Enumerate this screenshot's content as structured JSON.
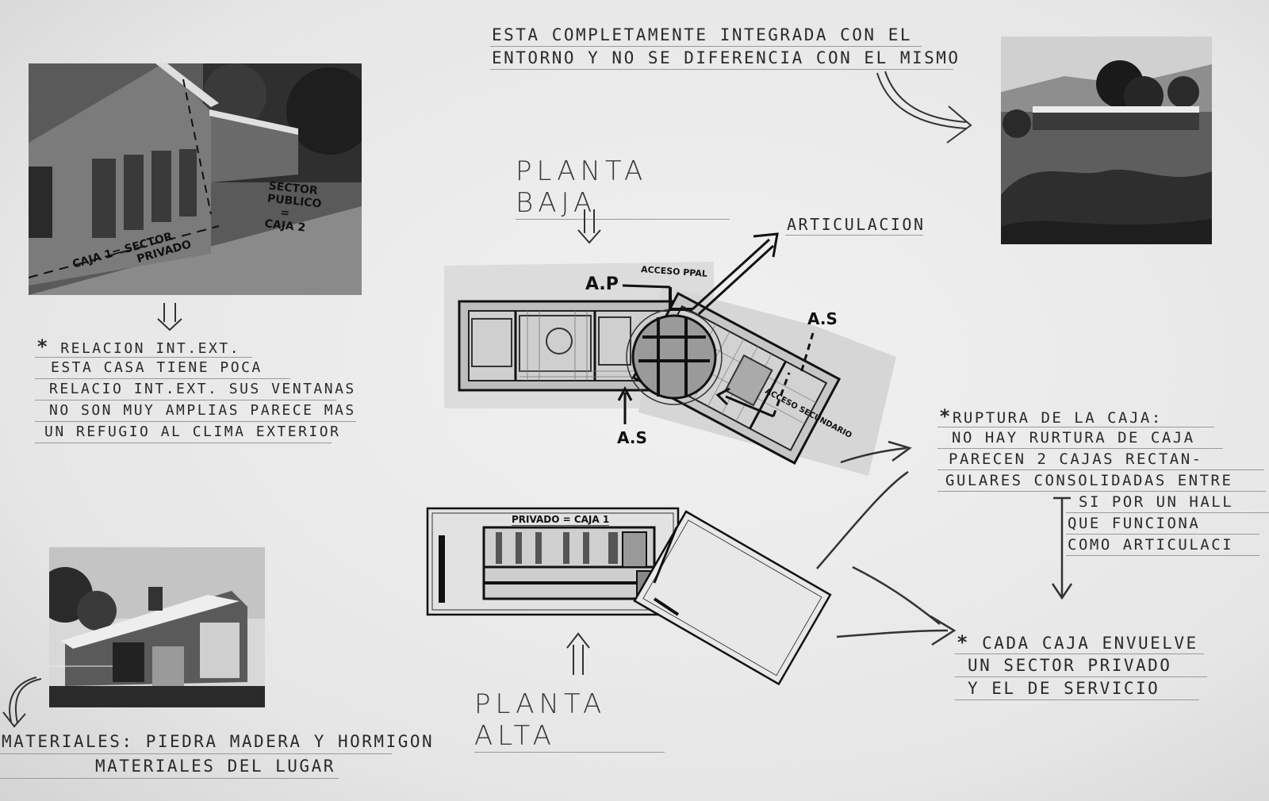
{
  "top_note": {
    "lines": [
      "ESTA COMPLETAMENTE INTEGRADA CON EL",
      "ENTORNO Y NO SE DIFERENCIA CON EL MISMO"
    ]
  },
  "plans": {
    "lower_title": "PLANTA BAJA",
    "upper_title": "PLANTA ALTA",
    "articulation": "ARTICULACION",
    "acceso_ppal": "ACCESO PPAL",
    "acceso_secundario": "ACCESO SECUNDARIO",
    "ap": "A.P",
    "as_top": "A.S",
    "as_bottom": "A.S",
    "privado": "PRIVADO = CAJA 1"
  },
  "photo1": {
    "label_public": [
      "SECTOR",
      "PUBLICO",
      "=",
      "CAJA 2"
    ],
    "label_private": [
      "CAJA 1= SECTOR",
      "PRIVADO"
    ]
  },
  "relacion": {
    "heading": "RELACION INT.EXT.",
    "lines": [
      "ESTA CASA TIENE POCA",
      "RELACIO INT.EXT. SUS VENTANAS",
      "NO SON MUY AMPLIAS PARECE MAS",
      "UN REFUGIO AL CLIMA EXTERIOR"
    ]
  },
  "ruptura": {
    "heading": "RUPTURA DE LA CAJA:",
    "lines": [
      "NO HAY RURTURA DE CAJA",
      "PARECEN 2 CAJAS RECTAN-",
      "GULARES CONSOLIDADAS ENTRE"
    ],
    "sub_lines": [
      "SI POR UN HALL",
      "QUE FUNCIONA",
      "COMO ARTICULACI"
    ]
  },
  "cada_caja": {
    "lines": [
      "CADA CAJA ENVUELVE",
      "UN SECTOR PRIVADO",
      "Y EL DE SERVICIO"
    ]
  },
  "materiales": {
    "lines": [
      "MATERIALES: PIEDRA MADERA Y HORMIGON",
      "MATERIALES DEL LUGAR"
    ]
  }
}
